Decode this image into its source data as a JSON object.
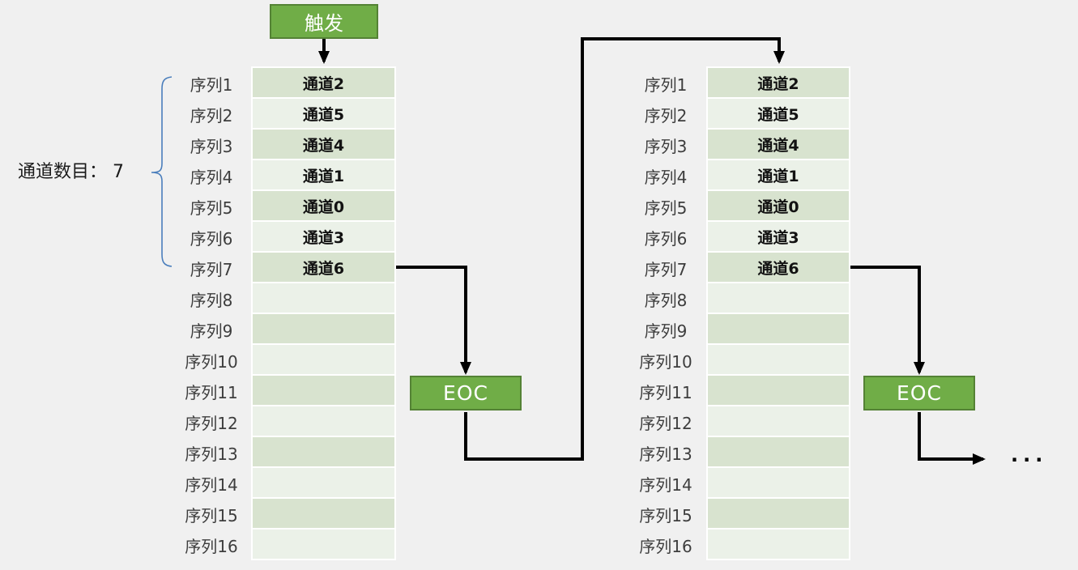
{
  "diagram": {
    "trigger_label": "触发",
    "eoc_label": "EOC",
    "channel_count_label": "通道数目： 7",
    "channel_count": 7,
    "sequence_slots": 16,
    "ellipsis_label": "..."
  },
  "columns": [
    {
      "rows": [
        {
          "seq": "序列1",
          "channel": "通道2"
        },
        {
          "seq": "序列2",
          "channel": "通道5"
        },
        {
          "seq": "序列3",
          "channel": "通道4"
        },
        {
          "seq": "序列4",
          "channel": "通道1"
        },
        {
          "seq": "序列5",
          "channel": "通道0"
        },
        {
          "seq": "序列6",
          "channel": "通道3"
        },
        {
          "seq": "序列7",
          "channel": "通道6"
        },
        {
          "seq": "序列8",
          "channel": ""
        },
        {
          "seq": "序列9",
          "channel": ""
        },
        {
          "seq": "序列10",
          "channel": ""
        },
        {
          "seq": "序列11",
          "channel": ""
        },
        {
          "seq": "序列12",
          "channel": ""
        },
        {
          "seq": "序列13",
          "channel": ""
        },
        {
          "seq": "序列14",
          "channel": ""
        },
        {
          "seq": "序列15",
          "channel": ""
        },
        {
          "seq": "序列16",
          "channel": ""
        }
      ]
    },
    {
      "rows": [
        {
          "seq": "序列1",
          "channel": "通道2"
        },
        {
          "seq": "序列2",
          "channel": "通道5"
        },
        {
          "seq": "序列3",
          "channel": "通道4"
        },
        {
          "seq": "序列4",
          "channel": "通道1"
        },
        {
          "seq": "序列5",
          "channel": "通道0"
        },
        {
          "seq": "序列6",
          "channel": "通道3"
        },
        {
          "seq": "序列7",
          "channel": "通道6"
        },
        {
          "seq": "序列8",
          "channel": ""
        },
        {
          "seq": "序列9",
          "channel": ""
        },
        {
          "seq": "序列10",
          "channel": ""
        },
        {
          "seq": "序列11",
          "channel": ""
        },
        {
          "seq": "序列12",
          "channel": ""
        },
        {
          "seq": "序列13",
          "channel": ""
        },
        {
          "seq": "序列14",
          "channel": ""
        },
        {
          "seq": "序列15",
          "channel": ""
        },
        {
          "seq": "序列16",
          "channel": ""
        }
      ]
    }
  ],
  "colors": {
    "background": "#f0f0f0",
    "accent_green": "#70ad47",
    "accent_green_border": "#548235",
    "row_dark": "#d8e3cf",
    "row_light": "#ebf1e8",
    "connector_black": "#000000",
    "bracket_blue": "#4a7ebc"
  }
}
